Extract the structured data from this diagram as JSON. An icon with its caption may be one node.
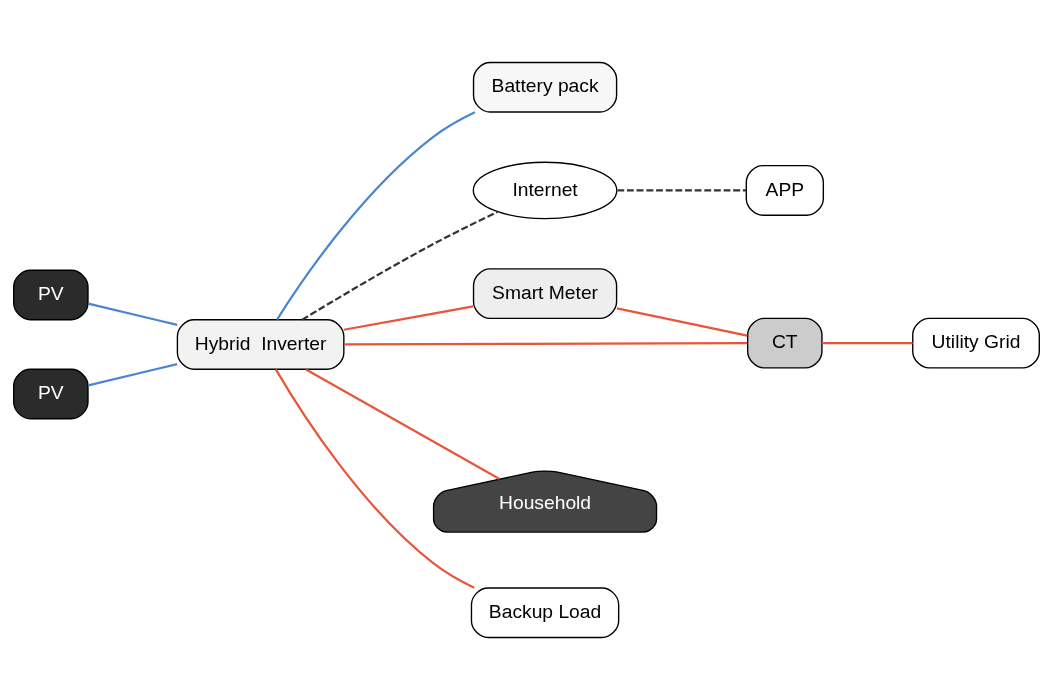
{
  "diagram": {
    "nodes": [
      {
        "text": [
          "PV"
        ]
      },
      {
        "text": [
          "PV"
        ]
      },
      {
        "text": [
          "Hybrid  Inverter"
        ]
      },
      {
        "text": [
          "Battery pack"
        ]
      },
      {
        "text": [
          "APP"
        ]
      },
      {
        "text": [
          "Internet"
        ]
      },
      {
        "text": [
          "Smart Meter"
        ]
      },
      {
        "text": [
          "CT"
        ]
      },
      {
        "text": [
          "Utility Grid"
        ]
      },
      {
        "text": [
          "Household"
        ]
      },
      {
        "text": [
          "Backup Load"
        ]
      }
    ],
    "edges": [
      {
        "from": 0,
        "to": 2,
        "arrow": "none",
        "color": "#4a86d0"
      },
      {
        "from": 1,
        "to": 2,
        "arrow": "none",
        "color": "#4a86d0"
      },
      {
        "from": 2,
        "to": 3,
        "arrow": "none",
        "color": "#4a86d0"
      },
      {
        "from": 2,
        "to": 5,
        "arrow": "none",
        "style": "dashed",
        "color": "#333333"
      },
      {
        "from": 5,
        "to": 4,
        "arrow": "none",
        "style": "dashed",
        "color": "#333333"
      },
      {
        "from": 2,
        "to": 6,
        "arrow": "none"
      },
      {
        "from": 2,
        "to": 7,
        "arrow": "none"
      },
      {
        "from": 2,
        "to": 9,
        "arrow": "none"
      },
      {
        "from": 6,
        "to": 7,
        "arrow": "none"
      },
      {
        "from": 7,
        "to": 8,
        "arrow": "none"
      },
      {
        "from": 2,
        "to": 10,
        "arrow": "none"
      }
    ]
  }
}
